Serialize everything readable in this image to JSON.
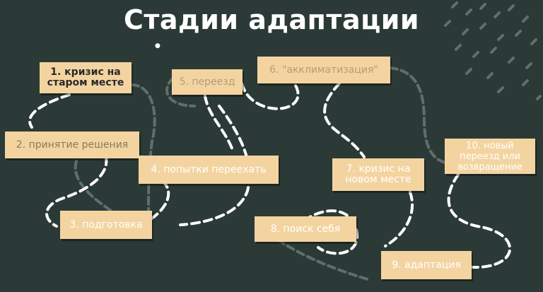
{
  "title": "Стадии адаптации",
  "stages": [
    {
      "id": 1,
      "label": "1. кризис на старом месте"
    },
    {
      "id": 2,
      "label": "2. принятие решения"
    },
    {
      "id": 3,
      "label": "3. подготовка"
    },
    {
      "id": 4,
      "label": "4. попытки переехать"
    },
    {
      "id": 5,
      "label": "5. переезд"
    },
    {
      "id": 6,
      "label": "6. \"акклиматизация\""
    },
    {
      "id": 7,
      "label": "7. кризис на новом месте"
    },
    {
      "id": 8,
      "label": "8. поиск себя"
    },
    {
      "id": 9,
      "label": "9. адаптация"
    },
    {
      "id": 10,
      "label": "10. новый переезд или возвращение"
    }
  ],
  "colors": {
    "background": "#2c3a37",
    "card": "#f3d4a0",
    "dashed_line": "#ffffff",
    "decor": "#5f6f6b"
  }
}
